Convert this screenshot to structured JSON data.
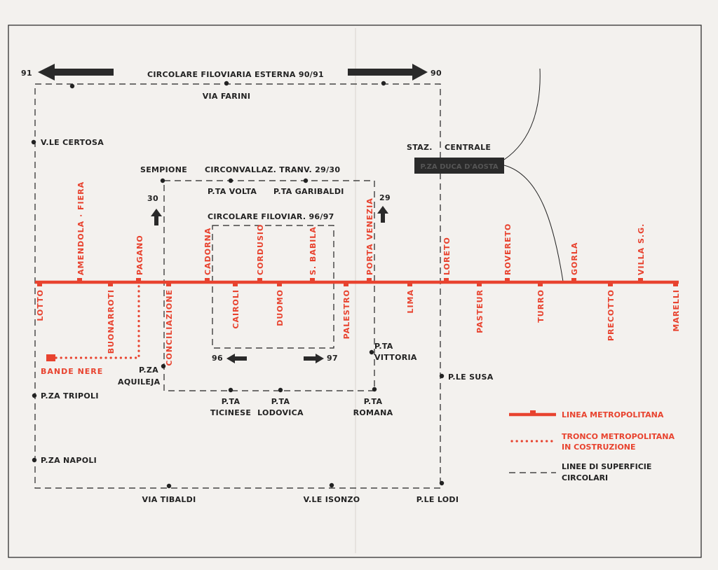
{
  "routes": {
    "outer_title": "CIRCOLARE FILOVIARIA ESTERNA 90/91",
    "outer_left": "91",
    "outer_right": "90",
    "tram_title": "CIRCONVALLAZ. TRANV. 29/30",
    "tram_left": "30",
    "tram_right": "29",
    "inner_title": "CIRCOLARE FILOVIAR. 96/97",
    "inner_left": "96",
    "inner_right": "97"
  },
  "stazione": {
    "line1": "STAZ.",
    "line2": "CENTRALE",
    "box_text": "P.ZA DUCA D'AOSTA"
  },
  "surface_stops": {
    "via_farini": "VIA FARINI",
    "certosa": "V.LE CERTOSA",
    "sempione": "SEMPIONE",
    "volta": "P.TA VOLTA",
    "garibaldi": "P.TA GARIBALDI",
    "tripoli": "P.ZA TRIPOLI",
    "napoli": "P.ZA NAPOLI",
    "aquileja_1": "P.ZA",
    "aquileja_2": "AQUILEJA",
    "ticinese_1": "P.TA",
    "ticinese_2": "TICINESE",
    "lodovica_1": "P.TA",
    "lodovica_2": "LODOVICA",
    "romana_1": "P.TA",
    "romana_2": "ROMANA",
    "vittoria_1": "P.TA",
    "vittoria_2": "VITTORIA",
    "susa": "P.LE SUSA",
    "tibaldi": "VIA TIBALDI",
    "isonzo": "V.LE ISONZO",
    "lodi": "P.LE LODI"
  },
  "metro_stations": {
    "lotto": "LOTTO",
    "amendola": "AMENDOLA · FIERA",
    "buonarroti": "BUONARROTI",
    "pagano": "PAGANO",
    "conciliazione": "CONCILIAZIONE",
    "cadorna": "CADORNA",
    "cairoli": "CAIROLI",
    "cordusio": "CORDUSIO",
    "duomo": "DUOMO",
    "sbabila": "S. BABILA",
    "palestro": "PALESTRO",
    "portavenezia": "PORTA VENEZIA",
    "lima": "LIMA",
    "loreto": "LORETO",
    "pasteur": "PASTEUR",
    "rovereto": "ROVERETO",
    "turro": "TURRO",
    "gorla": "GORLA",
    "precotto": "PRECOTTO",
    "villasg": "VILLA S.G.",
    "marelli": "MARELLI",
    "bandenere": "BANDE NERE"
  },
  "legend": {
    "metro": "LINEA METROPOLITANA",
    "construction_1": "TRONCO METROPOLITANA",
    "construction_2": "IN COSTRUZIONE",
    "surface_1": "LINEE DI SUPERFICIE",
    "surface_2": "CIRCOLARI"
  },
  "colors": {
    "metro": "#e8432f",
    "ink": "#222222",
    "paper": "#f3f1ee"
  }
}
